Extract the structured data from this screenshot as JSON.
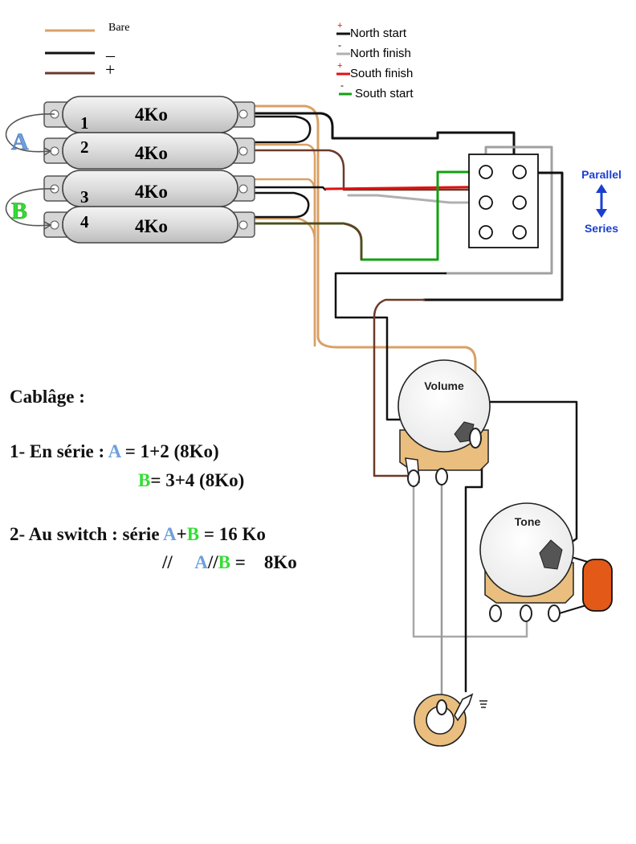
{
  "legend": {
    "bare": "Bare",
    "minus": "_",
    "plus": "+"
  },
  "wire_legend": {
    "north_start_sign": "+",
    "north_start": "North start",
    "north_finish_sign": "-",
    "north_finish": "North finish",
    "south_finish_sign": "+",
    "south_finish": "South finish",
    "south_start_sign": "-",
    "south_start": "South start"
  },
  "coils": [
    {
      "number": "1",
      "resistance": "4Ko"
    },
    {
      "number": "2",
      "resistance": "4Ko"
    },
    {
      "number": "3",
      "resistance": "4Ko"
    },
    {
      "number": "4",
      "resistance": "4Ko"
    }
  ],
  "pair_labels": {
    "a": "A",
    "b": "B"
  },
  "switch": {
    "top": "Parallel",
    "bottom": "Series"
  },
  "pots": {
    "volume": "Volume",
    "tone": "Tone"
  },
  "notes": {
    "heading": "Cablâge :",
    "line1_prefix": "1- En série : ",
    "line1_a": "A",
    "line1_rest": " = 1+2 (8Ko)",
    "line2_b": "B",
    "line2_rest": "= 3+4 (8Ko)",
    "line3_prefix": "2- Au switch : série ",
    "line3_a": "A",
    "line3_plus": "+",
    "line3_b": "B",
    "line3_rest": " = 16 Ko",
    "line4_par": "//",
    "line4_a": "A",
    "line4_sep": "//",
    "line4_b": "B",
    "line4_rest": " =    8Ko"
  },
  "colors": {
    "bare": "#d9a066",
    "minus": "#111111",
    "plus": "#6b3a2a",
    "north_start": "#111111",
    "north_finish": "#b0b0b0",
    "south_finish": "#e01010",
    "south_start": "#12a012",
    "label_a": "#6f9fdc",
    "label_b": "#33dd33",
    "switch_arrow": "#1a3fd0",
    "capacitor": "#e35a18"
  }
}
